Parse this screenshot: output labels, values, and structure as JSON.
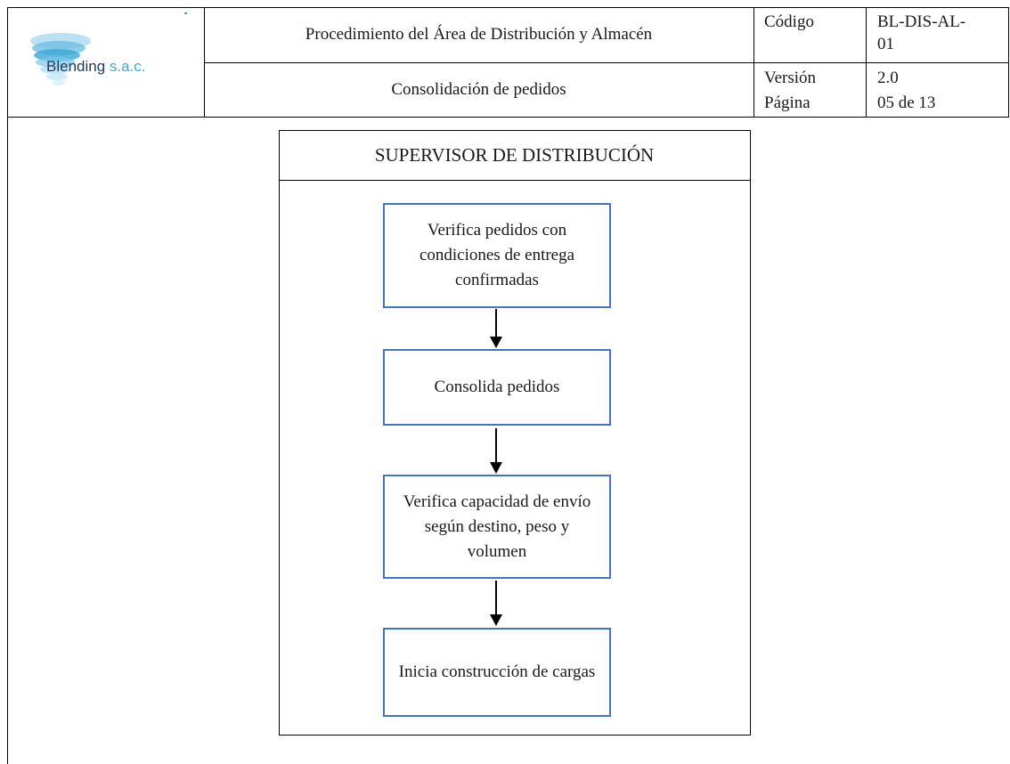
{
  "header": {
    "logo": {
      "brand": "Blending",
      "suffix": "s.a.c."
    },
    "procedure_title": "Procedimiento del Área de Distribución y Almacén",
    "subtitle": "Consolidación de pedidos",
    "code_label": "Código",
    "code_value_line1": "BL-DIS-AL-",
    "code_value_line2": "01",
    "version_label": "Versión",
    "version_value": "2.0",
    "page_label": "Página",
    "page_value": "05 de 13"
  },
  "flowchart": {
    "lane_title": "SUPERVISOR DE DISTRIBUCIÓN",
    "steps": [
      "Verifica pedidos con condiciones de entrega confirmadas",
      "Consolida pedidos",
      "Verifica capacidad de envío según destino, peso y volumen",
      "Inicia construcción de cargas"
    ]
  },
  "colors": {
    "box_border": "#4472c4",
    "logo_dark": "#1f3a5a",
    "logo_accent": "#3aa9d6"
  }
}
